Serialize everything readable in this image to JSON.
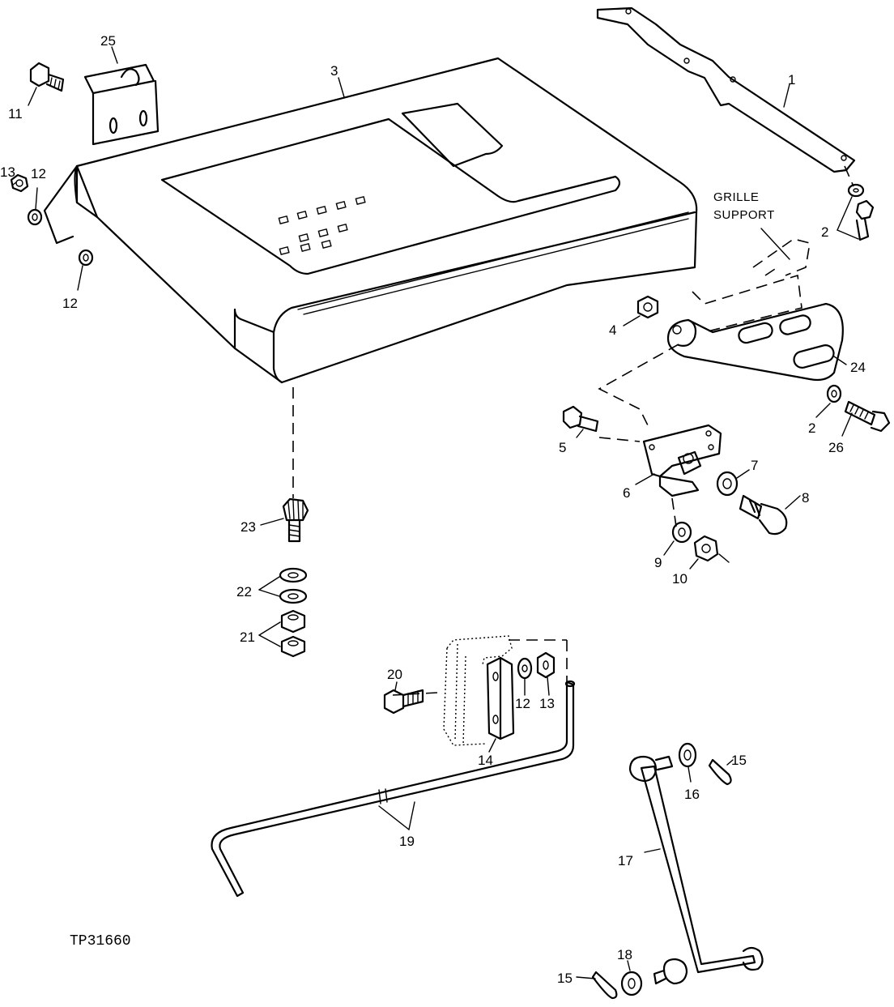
{
  "figure_id": "TP31660",
  "callouts": {
    "c1": "1",
    "c2a": "2",
    "c2b": "2",
    "c3": "3",
    "c4": "4",
    "c5": "5",
    "c6": "6",
    "c7": "7",
    "c8": "8",
    "c9": "9",
    "c10": "10",
    "c11": "11",
    "c12a": "12",
    "c12b": "12",
    "c12c": "12",
    "c13a": "13",
    "c13b": "13",
    "c14": "14",
    "c15a": "15",
    "c15b": "15",
    "c16": "16",
    "c17": "17",
    "c18": "18",
    "c19": "19",
    "c20": "20",
    "c21": "21",
    "c22": "22",
    "c23": "23",
    "c24": "24",
    "c25": "25",
    "c26": "26"
  },
  "notes": {
    "grille_line1": "GRILLE",
    "grille_line2": "SUPPORT"
  }
}
